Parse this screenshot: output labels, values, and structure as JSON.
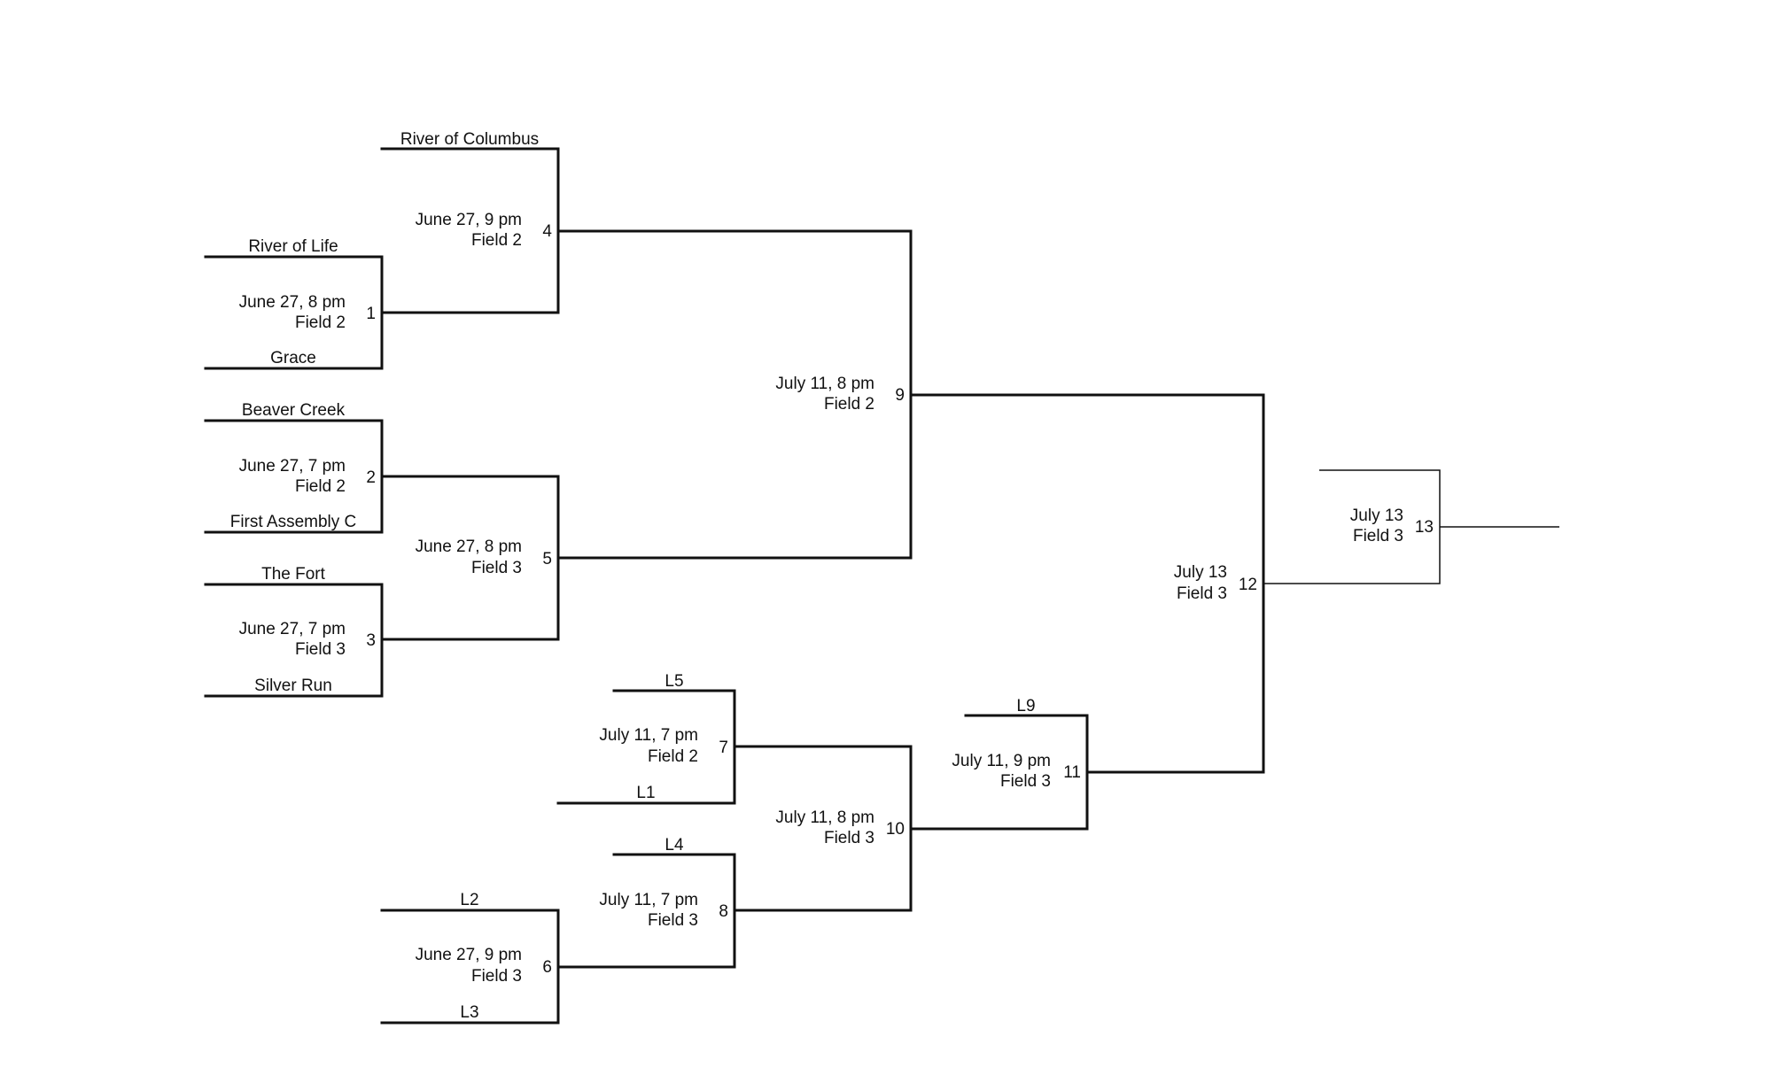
{
  "bracket": {
    "teams": {
      "river_of_columbus": "River of Columbus",
      "river_of_life": "River of Life",
      "grace": "Grace",
      "beaver_creek": "Beaver Creek",
      "first_assembly_c": "First Assembly C",
      "the_fort": "The Fort",
      "silver_run": "Silver Run",
      "l5": "L5",
      "l1": "L1",
      "l4": "L4",
      "l2": "L2",
      "l3": "L3",
      "l9": "L9"
    },
    "games": [
      {
        "id": "1",
        "date": "June 27, 8 pm",
        "field": "Field 2"
      },
      {
        "id": "2",
        "date": "June 27, 7 pm",
        "field": "Field 2"
      },
      {
        "id": "3",
        "date": "June 27, 7 pm",
        "field": "Field 3"
      },
      {
        "id": "4",
        "date": "June 27, 9 pm",
        "field": "Field 2"
      },
      {
        "id": "5",
        "date": "June 27, 8 pm",
        "field": "Field 3"
      },
      {
        "id": "6",
        "date": "June 27, 9 pm",
        "field": "Field 3"
      },
      {
        "id": "7",
        "date": "July 11, 7 pm",
        "field": "Field 2"
      },
      {
        "id": "8",
        "date": "July 11, 7 pm",
        "field": "Field 3"
      },
      {
        "id": "9",
        "date": "July 11, 8 pm",
        "field": "Field 2"
      },
      {
        "id": "10",
        "date": "July 11, 8 pm",
        "field": "Field 3"
      },
      {
        "id": "11",
        "date": "July 11, 9 pm",
        "field": "Field 3"
      },
      {
        "id": "12",
        "date": "July 13",
        "field": "Field 3"
      },
      {
        "id": "13",
        "date": "July 13",
        "field": "Field 3"
      }
    ]
  }
}
